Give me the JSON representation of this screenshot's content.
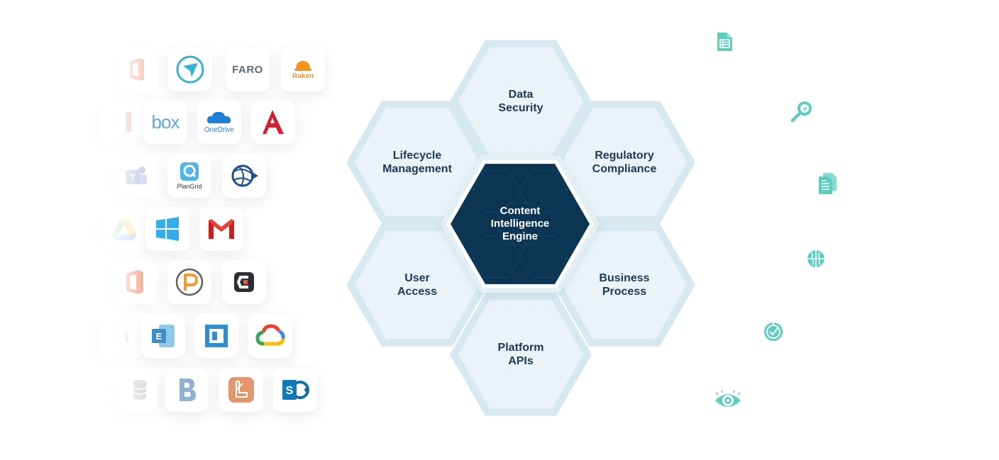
{
  "diagram": {
    "center": {
      "line1": "Content",
      "line2": "Intelligence",
      "line3": "Engine"
    },
    "outer": [
      {
        "id": "data-security",
        "line1": "Data",
        "line2": "Security"
      },
      {
        "id": "regulatory-compliance",
        "line1": "Regulatory",
        "line2": "Compliance"
      },
      {
        "id": "business-process",
        "line1": "Business",
        "line2": "Process"
      },
      {
        "id": "platform-apis",
        "line1": "Platform",
        "line2": "APIs"
      },
      {
        "id": "user-access",
        "line1": "User",
        "line2": "Access"
      },
      {
        "id": "lifecycle-management",
        "line1": "Lifecycle",
        "line2": "Management"
      }
    ]
  },
  "integrations": {
    "faro_text": "FARO",
    "raken_text": "Raken",
    "box_text": "box",
    "onedrive_text": "OneDrive",
    "plangrid_text": "PlanGrid",
    "tiles": [
      "microsoft-office",
      "procore",
      "faro",
      "raken",
      "pdf",
      "box",
      "onedrive",
      "autocad",
      "microsoft-teams",
      "plangrid",
      "trimble-connect",
      "google-drive",
      "windows",
      "gmail",
      "microsoft-office",
      "pipedrive",
      "cherwell",
      "slack",
      "microsoft-exchange",
      "bluebeam",
      "google-cloud",
      "database",
      "buildertrend",
      "bim-app",
      "sharepoint"
    ]
  },
  "feature_icons": [
    "document-list-icon",
    "search-magnifier-icon",
    "documents-icon",
    "globe-icon",
    "clock-check-icon",
    "eye-icon"
  ],
  "colors": {
    "hex_fill": "#eaf4f8",
    "hex_border": "#d6e9f0",
    "center_fill": "#0c3553",
    "label_text": "#1c3a57",
    "accent_teal": "#5dcdc2"
  }
}
